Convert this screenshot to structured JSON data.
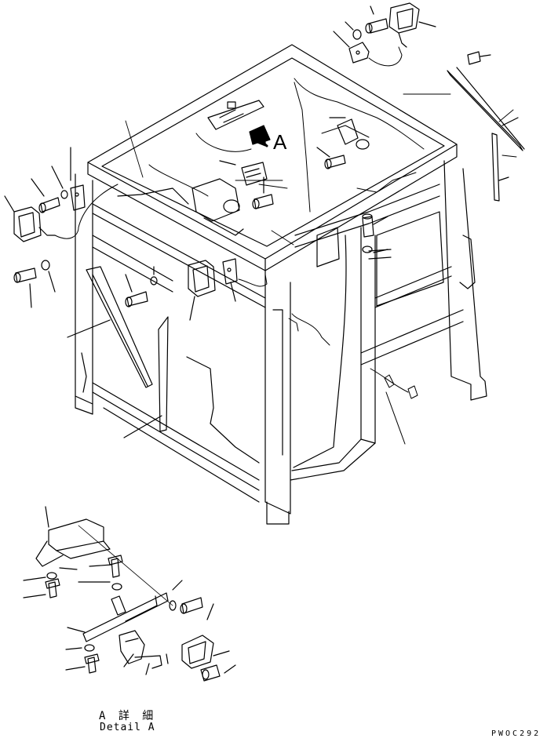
{
  "view_letter": "A",
  "detail_title_jp": "A 詳 細",
  "detail_title_en": "Detail A",
  "drawing_code": "PWOC292",
  "colors": {
    "line": "#000000",
    "background": "#ffffff"
  },
  "icons": {
    "view_arrow": "view-direction-arrow-icon"
  }
}
